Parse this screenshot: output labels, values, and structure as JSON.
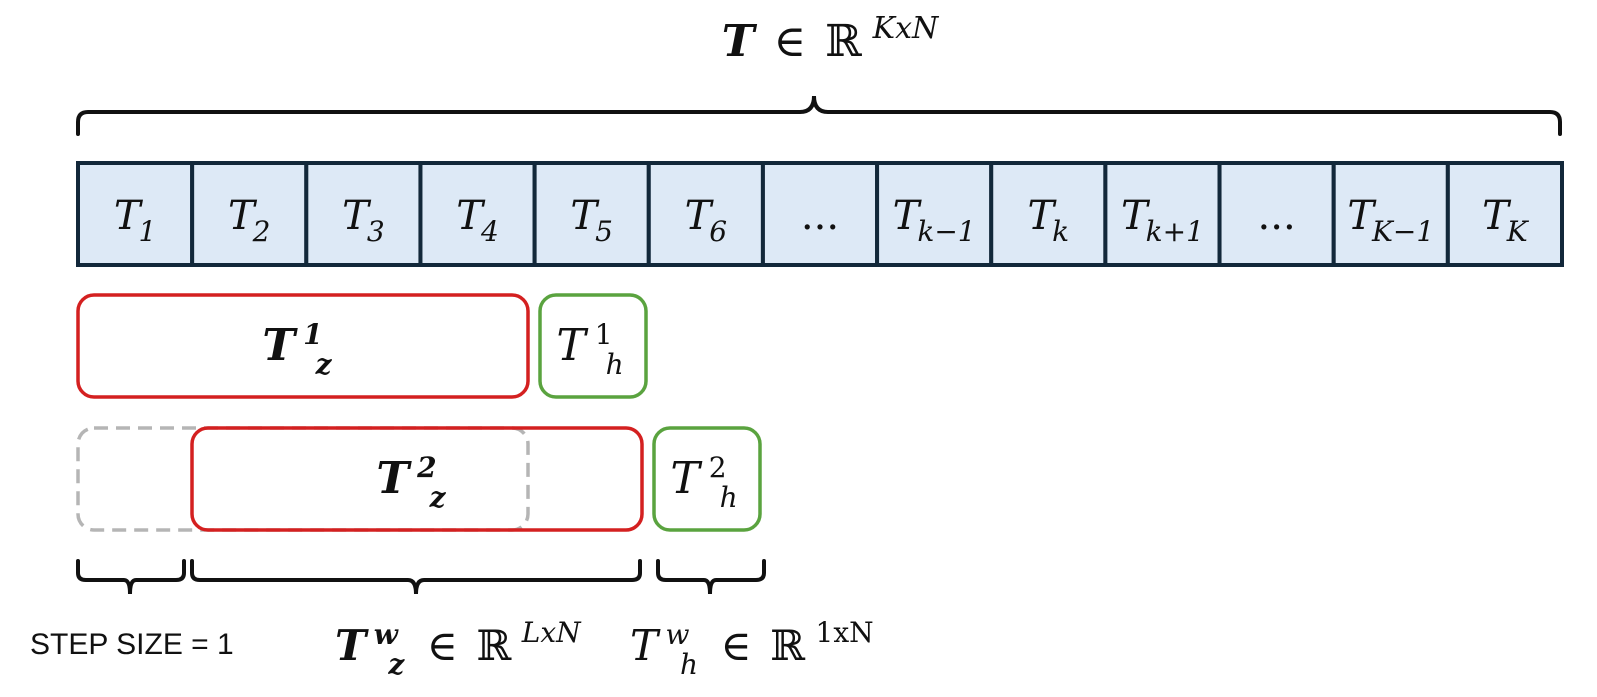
{
  "title": {
    "symbol": "T",
    "in": "∈",
    "field": "ℝ",
    "dims": "KxN"
  },
  "sequence": [
    {
      "base": "T",
      "sub": "1"
    },
    {
      "base": "T",
      "sub": "2"
    },
    {
      "base": "T",
      "sub": "3"
    },
    {
      "base": "T",
      "sub": "4"
    },
    {
      "base": "T",
      "sub": "5"
    },
    {
      "base": "T",
      "sub": "6"
    },
    {
      "base": "...",
      "sub": ""
    },
    {
      "base": "T",
      "sub": "k−1"
    },
    {
      "base": "T",
      "sub": "k"
    },
    {
      "base": "T",
      "sub": "k+1"
    },
    {
      "base": "...",
      "sub": ""
    },
    {
      "base": "T",
      "sub": "K−1"
    },
    {
      "base": "T",
      "sub": "K"
    }
  ],
  "windows": {
    "z1": {
      "base": "T",
      "sub": "z",
      "sup": "1"
    },
    "h1": {
      "base": "T",
      "sub": "h",
      "sup": "1"
    },
    "z2": {
      "base": "T",
      "sub": "z",
      "sup": "2"
    },
    "h2": {
      "base": "T",
      "sub": "h",
      "sup": "2"
    }
  },
  "labels": {
    "step": "STEP SIZE = 1",
    "tz": {
      "base": "T",
      "sub": "z",
      "sup": "w",
      "in": "∈",
      "field": "ℝ",
      "dims": "LxN"
    },
    "th": {
      "base": "T",
      "sub": "h",
      "sup": "w",
      "in": "∈",
      "field": "ℝ",
      "dims": "1xN"
    }
  },
  "colors": {
    "cell_fill": "#dde9f6",
    "cell_border": "#12283a",
    "window_red": "#d42020",
    "window_green": "#5aa33f",
    "dashed_gray": "#b5b5b5",
    "brace": "#111111"
  }
}
